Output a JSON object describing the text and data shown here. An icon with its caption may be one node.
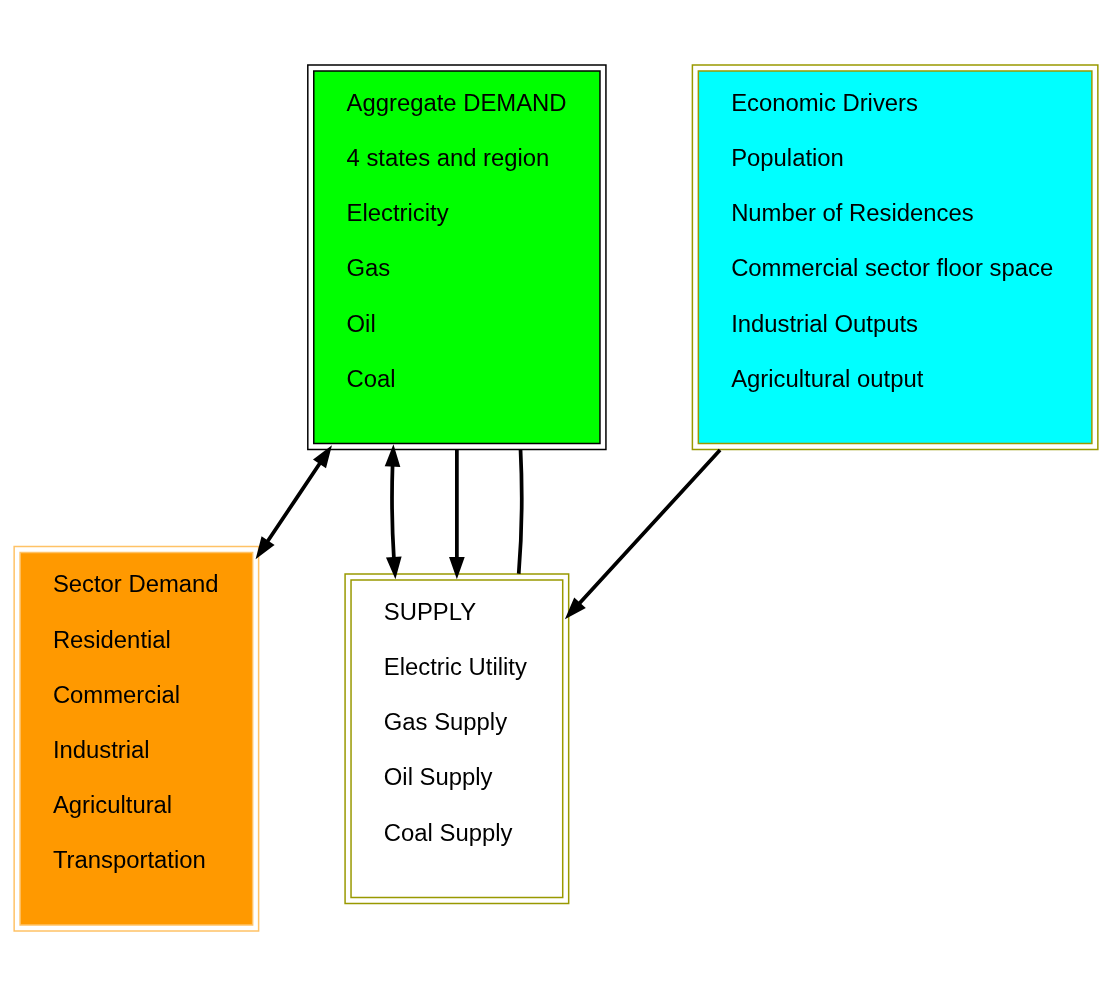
{
  "diagram": {
    "nodes": [
      {
        "text": [
          "Aggregate DEMAND",
          "4 states and region",
          "Electricity",
          "Gas",
          "Oil",
          "Coal"
        ]
      },
      {
        "text": [
          "Sector Demand",
          "Residential",
          "Commercial",
          "Industrial",
          "Agricultural",
          "Transportation"
        ]
      },
      {
        "text": [
          "SUPPLY",
          "Electric Utility",
          "Gas Supply",
          "Oil Supply",
          "Coal Supply"
        ]
      },
      {
        "text": [
          "Economic Drivers",
          "Population",
          "Number of Residences",
          "Commercial sector floor space",
          "Industrial Outputs",
          "Agricultural output"
        ]
      }
    ],
    "edges": [
      {
        "from": 0,
        "to": 1,
        "arrow": "both"
      },
      {
        "from": 0,
        "to": 2,
        "arrow": "both"
      },
      {
        "from": 0,
        "to": 2,
        "arrow": "to"
      },
      {
        "from": 0,
        "to": 2,
        "arrow": "none"
      },
      {
        "from": 3,
        "to": 2,
        "arrow": "to"
      }
    ]
  }
}
